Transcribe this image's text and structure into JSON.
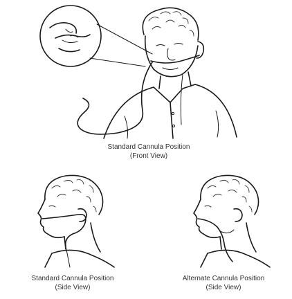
{
  "figures": [
    {
      "id": "front",
      "caption_line1": "Standard Cannula Position",
      "caption_line2": "(Front View)"
    },
    {
      "id": "side_standard",
      "caption_line1": "Standard Cannula Position",
      "caption_line2": "(Side View)"
    },
    {
      "id": "side_alternate",
      "caption_line1": "Alternate Cannula Position",
      "caption_line2": "(Side View)"
    }
  ]
}
